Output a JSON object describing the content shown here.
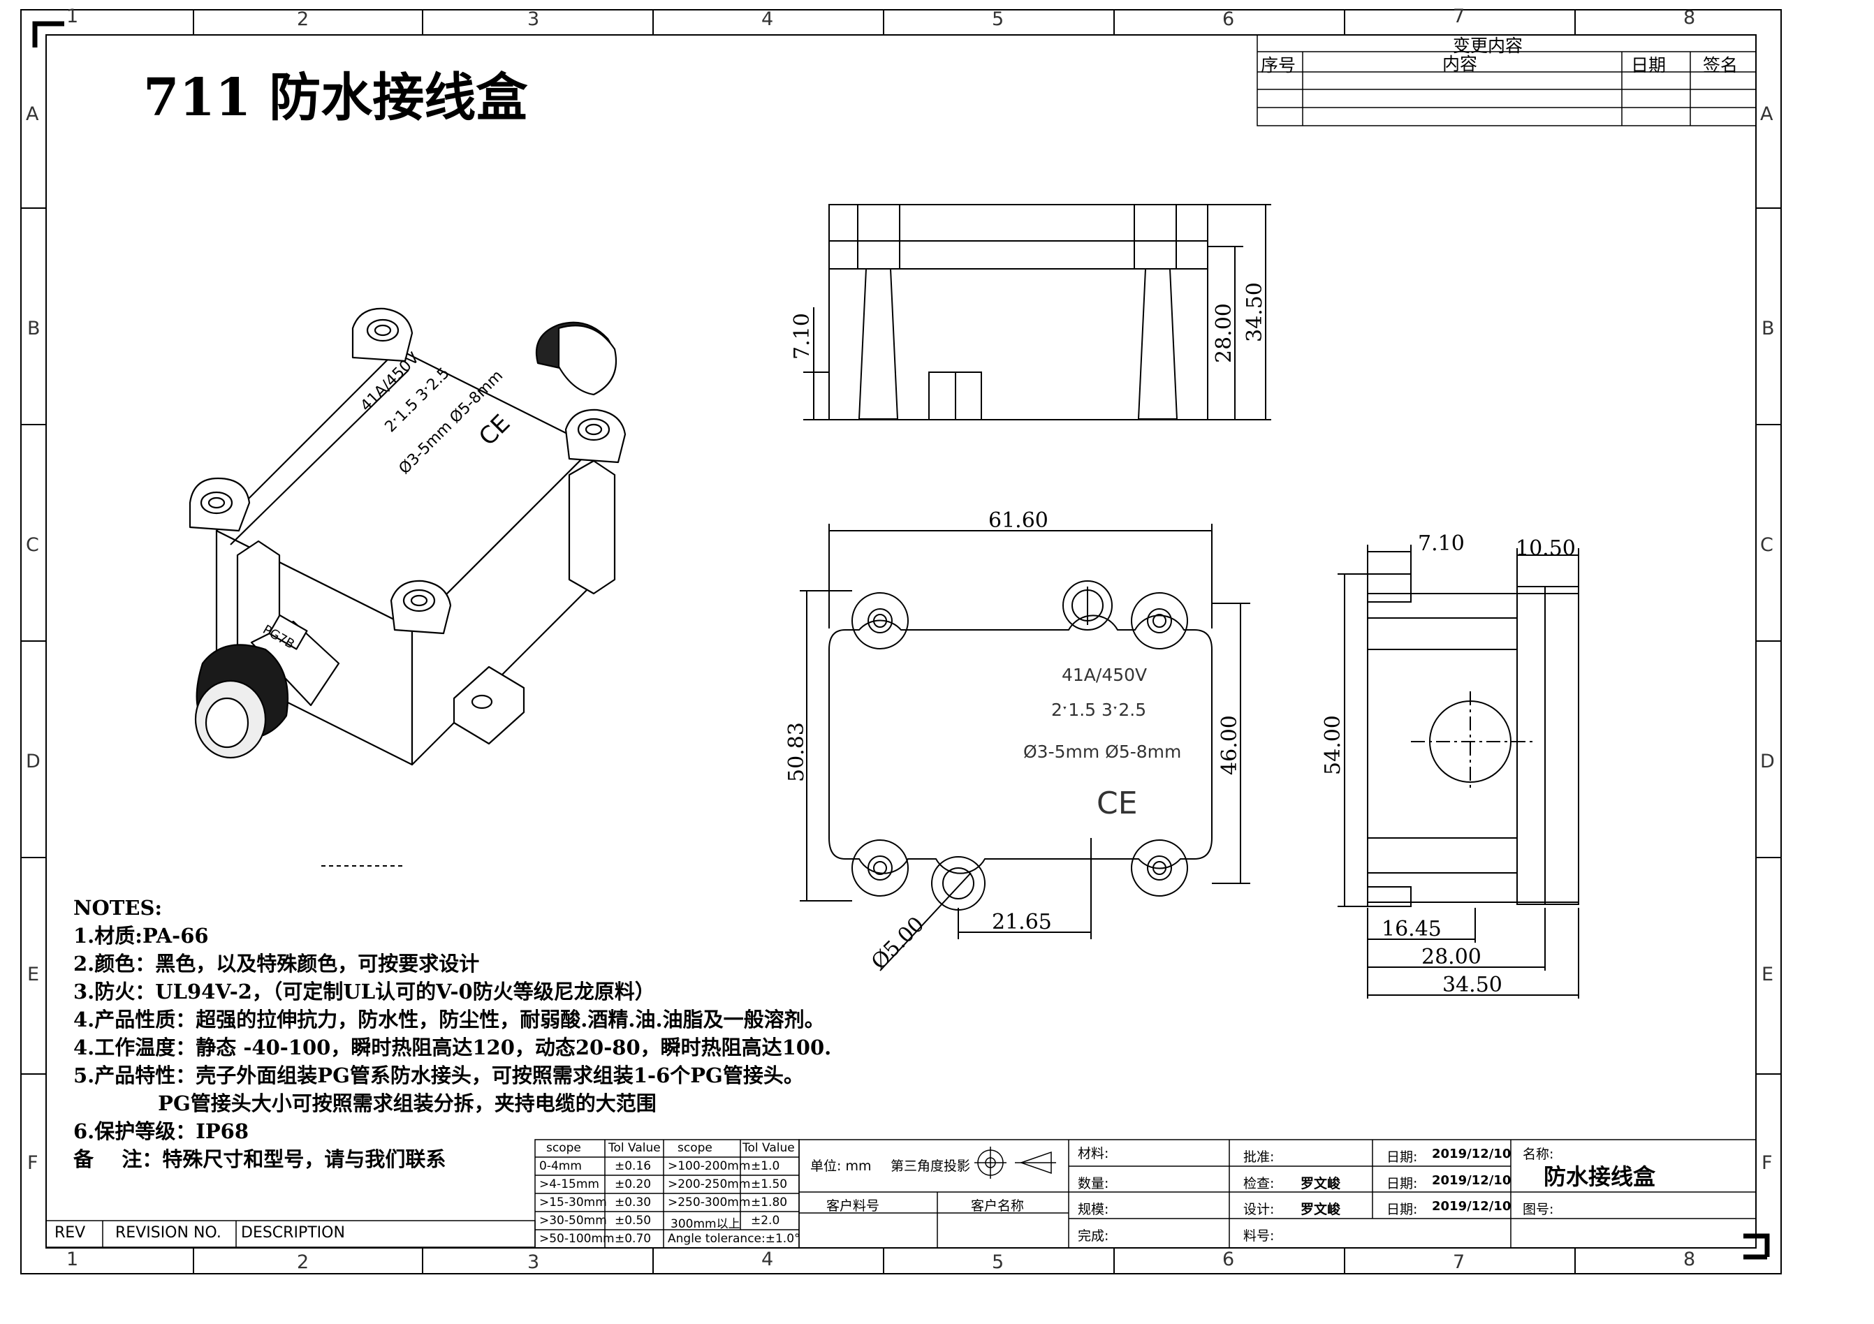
{
  "title": "711  防水接线盒",
  "zones": {
    "cols": [
      "1",
      "2",
      "3",
      "4",
      "5",
      "6",
      "7",
      "8"
    ],
    "rows": [
      "A",
      "B",
      "C",
      "D",
      "E",
      "F"
    ]
  },
  "revision_table": {
    "header": "变更内容",
    "columns": [
      "序号",
      "内容",
      "日期",
      "签名"
    ]
  },
  "product_label": {
    "rating": "41A/450V",
    "wire": "2ˑ1.5  3ˑ2.5",
    "cable": "Ø3-5mm  Ø5-8mm",
    "mark": "CE",
    "gland": "PG7B"
  },
  "dimensions": {
    "side_height_inner": "28.00",
    "side_height_total": "34.50",
    "side_offset": "7.10",
    "top_width": "61.60",
    "top_height": "50.83",
    "top_depth": "46.00",
    "hole_offset": "21.65",
    "hole_dia": "Ø5.00",
    "end_width_a": "7.10",
    "end_width_b": "10.50",
    "end_height": "54.00",
    "end_w1": "16.45",
    "end_w2": "28.00",
    "end_w3": "34.50"
  },
  "notes": [
    "NOTES:",
    "1.材质:PA-66",
    "2.颜色：黑色，以及特殊颜色，可按要求设计",
    "3.防火：UL94V-2，（可定制UL认可的V-0防火等级尼龙原料）",
    "4.产品性质：超强的拉伸抗力，防水性，防尘性，耐弱酸.酒精.油.油脂及一般溶剂。",
    "4.工作温度：静态 -40-100，瞬时热阻高达120，动态20-80，瞬时热阻高达100.",
    "5.产品特性：壳子外面组装PG管系防水接头，可按照需求组装1-6个PG管接头。",
    "            PG管接头大小可按照需求组装分拆，夹持电缆的大范围",
    "6.保护等级：IP68",
    "备    注：特殊尺寸和型号，请与我们联系"
  ],
  "rev_bar": {
    "rev": "REV",
    "revno": "REVISION NO.",
    "desc": "DESCRIPTION"
  },
  "tolerance": {
    "headers": [
      "scope",
      "Tol Value",
      "scope",
      "Tol Value"
    ],
    "rows": [
      [
        "0-4mm",
        "±0.16",
        ">100-200mm",
        "±1.0"
      ],
      [
        ">4-15mm",
        "±0.20",
        ">200-250mm",
        "±1.50"
      ],
      [
        ">15-30mm",
        "±0.30",
        ">250-300mm",
        "±1.80"
      ],
      [
        ">30-50mm",
        "±0.50",
        "300mm以上",
        "±2.0"
      ],
      [
        ">50-100mm",
        "±0.70",
        "Angle tolerance:±1.0°",
        ""
      ]
    ]
  },
  "title_block": {
    "unit": "单位: mm",
    "projection": "第三角度投影",
    "customer_part": "客户料号",
    "customer_name": "客户名称",
    "material": "材料:",
    "quantity": "数量:",
    "spec": "规模:",
    "done": "完成:",
    "approve": "批准:",
    "check": "检查:",
    "design": "设计:",
    "partno": "料号:",
    "checker": "罗文峻",
    "designer": "罗文峻",
    "date_label": "日期:",
    "date1": "2019/12/10",
    "date2": "2019/12/10",
    "date3": "2019/12/10",
    "name_label": "名称:",
    "name": "防水接线盒",
    "drawing_no": "图号:"
  }
}
